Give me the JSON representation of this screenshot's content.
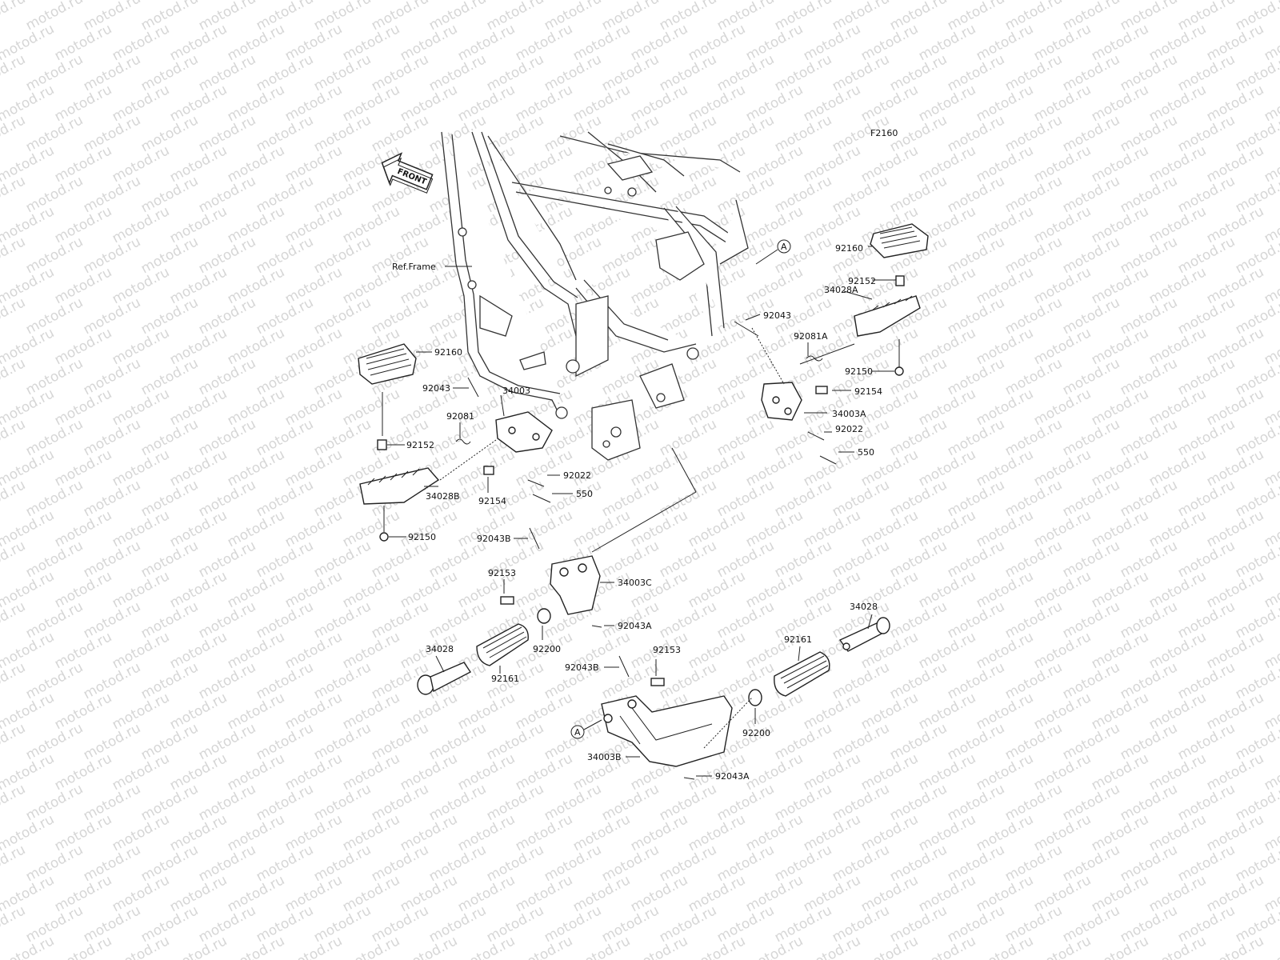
{
  "diagram": {
    "figure_code": "F2160",
    "front_arrow_text": "FRONT",
    "watermark_text": "motod.ru",
    "callout_a": "A",
    "frame_ref": "Ref.Frame",
    "labels": {
      "l_92160_right": "92160",
      "l_92152_right": "92152",
      "l_34028a": "34028A",
      "l_92043_right": "92043",
      "l_92081a": "92081A",
      "l_92150_right": "92150",
      "l_92154_right": "92154",
      "l_34003a": "34003A",
      "l_92022_right": "92022",
      "l_550_right": "550",
      "l_92160_left": "92160",
      "l_92043_left": "92043",
      "l_34003_left": "34003",
      "l_92081_left": "92081",
      "l_92152_left": "92152",
      "l_92154_left": "92154",
      "l_92022_left": "92022",
      "l_550_left": "550",
      "l_34028b": "34028B",
      "l_92150_left": "92150",
      "l_92043b_top": "92043B",
      "l_92153_top": "92153",
      "l_34003c": "34003C",
      "l_92043a_mid": "92043A",
      "l_34028_left": "34028",
      "l_92161_left": "92161",
      "l_92200_left": "92200",
      "l_92043b_bot": "92043B",
      "l_92153_bot": "92153",
      "l_34003b": "34003B",
      "l_92043a_bot": "92043A",
      "l_92161_right": "92161",
      "l_92200_right": "92200",
      "l_34028_right": "34028"
    }
  }
}
